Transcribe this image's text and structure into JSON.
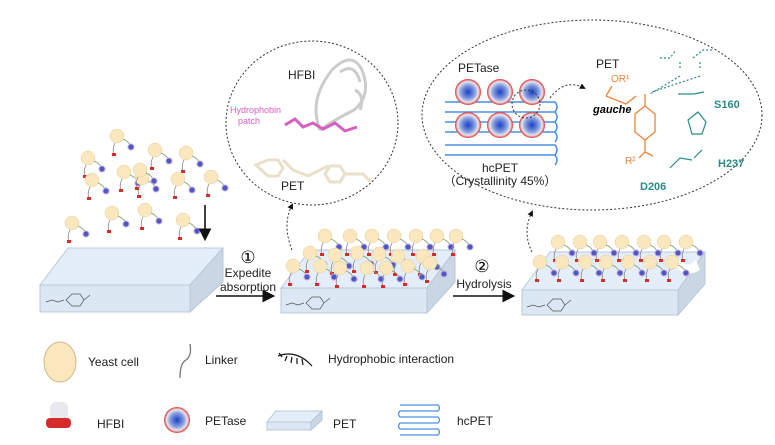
{
  "steps": {
    "step1_number": "①",
    "step1_label_line1": "Expedite",
    "step1_label_line2": "absorption",
    "step2_number": "②",
    "step2_label": "Hydrolysis"
  },
  "hfbi_zoom": {
    "protein_label": "HFBI",
    "patch_label_line1": "Hydrophobin",
    "patch_label_line2": "patch",
    "substrate_label": "PET"
  },
  "petase_zoom": {
    "enzyme_label": "PETase",
    "substrate_label": "hcPET",
    "crystallinity_label": "（Crystallinity 45%）",
    "mechanism": {
      "pet_label": "PET",
      "conformation_label": "gauche",
      "or1": "OR¹",
      "r2": "R²",
      "residues": [
        "S160",
        "H237",
        "D206"
      ]
    }
  },
  "legend": {
    "items": [
      {
        "icon": "yeast-cell-icon",
        "label": "Yeast cell"
      },
      {
        "icon": "linker-icon",
        "label": "Linker"
      },
      {
        "icon": "hydrophobic-interaction-icon",
        "label": "Hydrophobic interaction"
      },
      {
        "icon": "hfbi-icon",
        "label": "HFBI"
      },
      {
        "icon": "petase-icon",
        "label": "PETase"
      },
      {
        "icon": "pet-slab-icon",
        "label": "PET"
      },
      {
        "icon": "hcpet-icon",
        "label": "hcPET"
      }
    ]
  },
  "colors": {
    "yeast_cell": "#fbe7bd",
    "pet_slab": "#dfeaf5",
    "hydrophobin_patch": "#d65fc0",
    "hcpet": "#4a90e2",
    "mechanism_orange": "#e8853a",
    "mechanism_teal": "#2a8c86"
  }
}
